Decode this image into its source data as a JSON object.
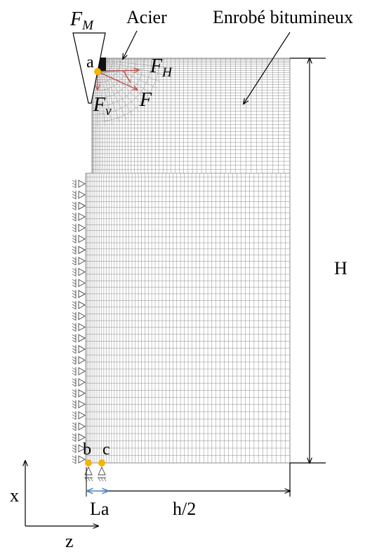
{
  "labels": {
    "fm_main": "F",
    "fm_sub": "M",
    "acier": "Acier",
    "enrobe": "Enrobé bitumineux",
    "point_a": "a",
    "point_b": "b",
    "point_c": "c",
    "fh_main": "F",
    "fh_sub": "H",
    "fv_main": "F",
    "fv_sub": "v",
    "f": "F",
    "height": "H",
    "half_width": "h/2",
    "la": "La",
    "axis_x": "x",
    "axis_z": "z"
  },
  "colors": {
    "mesh": "#7f7f7f",
    "force_arrows": "#c0504d",
    "points": "#f5b400",
    "la_arrow": "#4f81bd",
    "lines": "#000000"
  },
  "support_rows": 26,
  "bottom_supports": 2
}
